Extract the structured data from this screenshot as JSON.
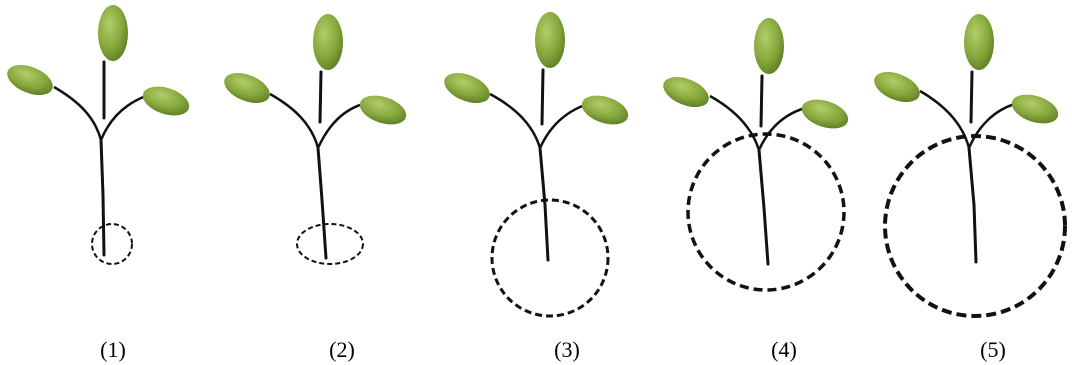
{
  "panels": [
    {
      "label": "(1)",
      "circle_scale": 1
    },
    {
      "label": "(2)",
      "circle_scale": 2
    },
    {
      "label": "(3)",
      "circle_scale": 3
    },
    {
      "label": "(4)",
      "circle_scale": 4
    },
    {
      "label": "(5)",
      "circle_scale": 5
    }
  ],
  "colors": {
    "leaf": "#86a83c",
    "leaf_dark": "#5e7f24",
    "leaf_light": "#b3cc6a",
    "stem": "#111111",
    "circle": "#111111"
  },
  "icons": {
    "plant": "seedling-icon",
    "circle": "dashed-circle-icon"
  }
}
